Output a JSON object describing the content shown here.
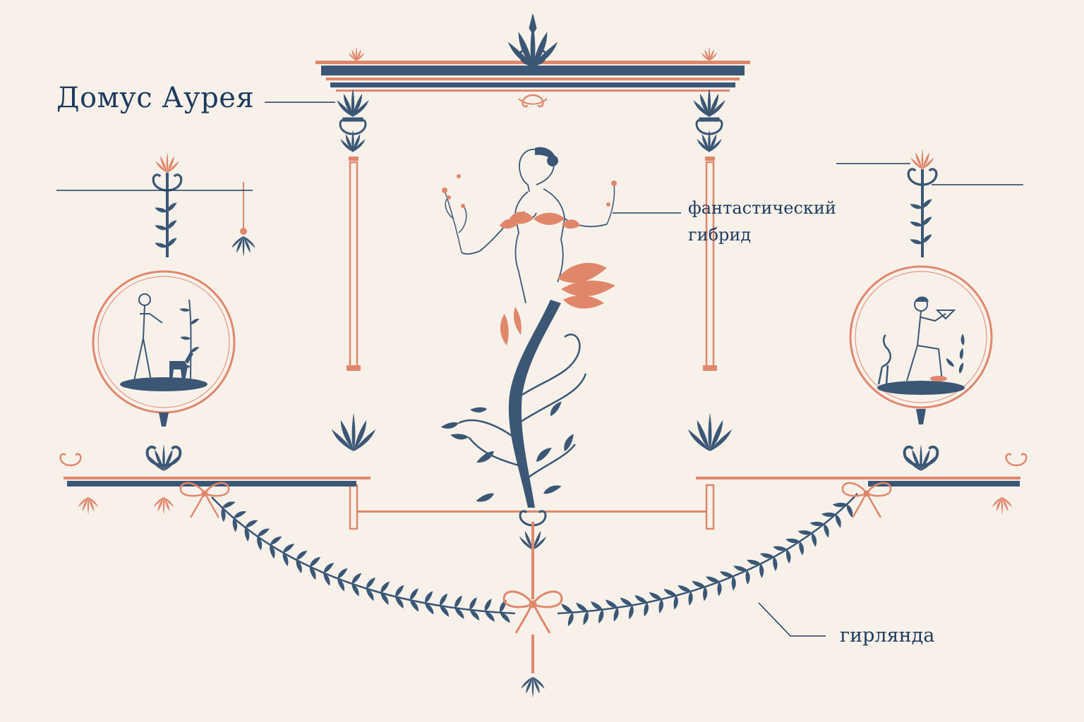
{
  "labels": {
    "title": "Домус Аурея",
    "hybrid_line1": "фантастический",
    "hybrid_line2": "гибрид",
    "garland": "гирлянда"
  },
  "colors": {
    "background": "#f7f1ea",
    "navy": "#3b5775",
    "ink": "#1e3a5c",
    "coral": "#e0876b"
  },
  "figures": {
    "central": "winged-hybrid-woman-on-acanthus-stem",
    "left_medallion": "figure-with-deer",
    "right_medallion": "seated-woman-with-cup-and-heron"
  }
}
